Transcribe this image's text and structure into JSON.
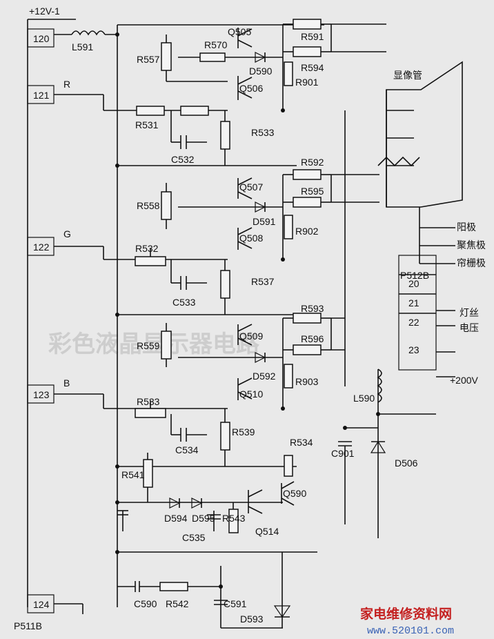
{
  "supply": {
    "rail": "+12V-1",
    "hv": "+200V"
  },
  "connector_left": {
    "name": "P511B",
    "pins": [
      "120",
      "121",
      "122",
      "123",
      "124"
    ],
    "signals": [
      "R",
      "G",
      "B"
    ]
  },
  "connector_right": {
    "name": "P512B",
    "pins": [
      "20",
      "21",
      "22",
      "23"
    ],
    "filament_label": [
      "灯丝",
      "电压"
    ]
  },
  "crt": {
    "title": "显像管",
    "anode": "阳极",
    "focus": "聚焦极",
    "grid": "帘栅极"
  },
  "resistors": [
    "R591",
    "R594",
    "R901",
    "R570",
    "R557",
    "R531",
    "R533",
    "R592",
    "R595",
    "R902",
    "R558",
    "R532",
    "R537",
    "R593",
    "R596",
    "R903",
    "R559",
    "R533",
    "R539",
    "R534",
    "R541",
    "R543",
    "R542"
  ],
  "capacitors": [
    "C532",
    "C533",
    "C534",
    "C535",
    "C590",
    "C591",
    "C901"
  ],
  "transistors": [
    "Q505",
    "Q506",
    "Q507",
    "Q508",
    "Q509",
    "Q510",
    "Q590",
    "Q514"
  ],
  "diodes": [
    "D590",
    "D591",
    "D592",
    "D594",
    "D595",
    "D593",
    "D506"
  ],
  "inductors": [
    "L591",
    "L590"
  ],
  "watermark": {
    "title": "家电维修资料网",
    "url": "www.520101.com"
  },
  "background_heading": "彩色液晶显示器电路"
}
